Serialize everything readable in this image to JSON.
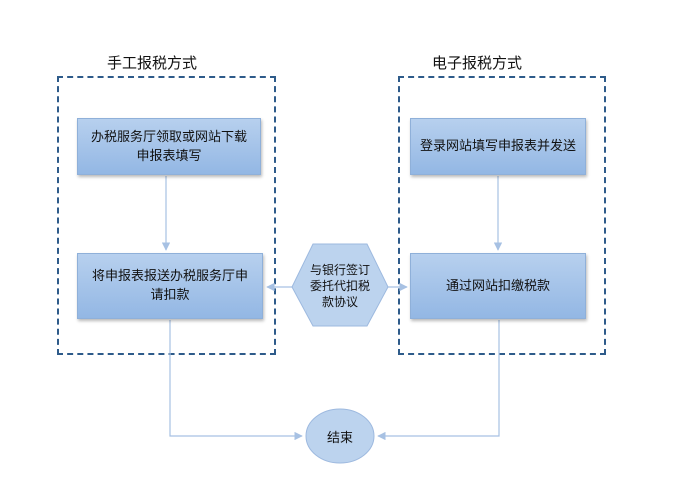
{
  "manual": {
    "title": "手工报税方式",
    "step1": "办税服务厅领取或网站下载申报表填写",
    "step2": "将申报表报送办税服务厅申请扣款"
  },
  "electronic": {
    "title": "电子报税方式",
    "step1": "登录网站填写申报表并发送",
    "step2": "通过网站扣缴税款"
  },
  "middle": {
    "label": "与银行签订委托代扣税款协议"
  },
  "end": {
    "label": "结束"
  },
  "colors": {
    "frame": "#2e5b8a",
    "box_top": "#b7d0ee",
    "box_bottom": "#93b7e4",
    "connector": "#a7c1e3",
    "node_fill": "#bcd3ee"
  }
}
